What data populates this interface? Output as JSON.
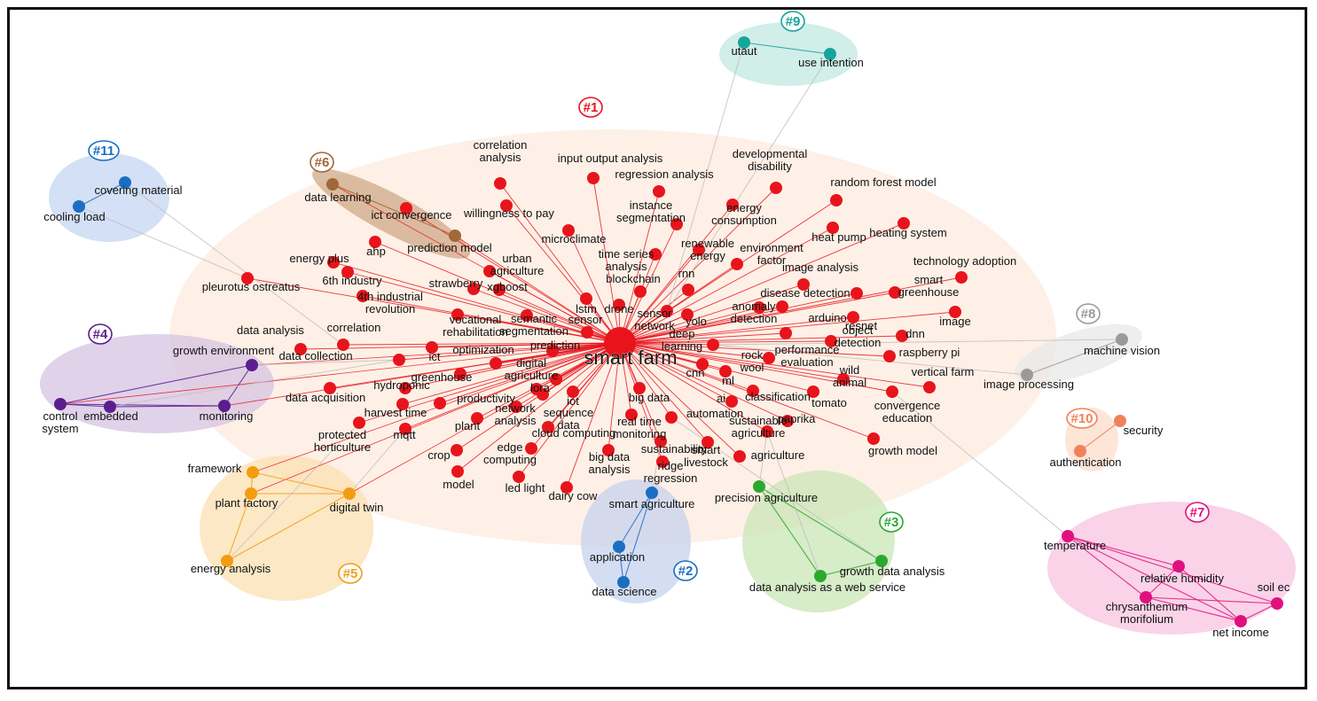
{
  "hub": {
    "id": "h",
    "label": "smart farm",
    "color": "#e8141c"
  },
  "clusters": [
    {
      "id": "c1",
      "label": "#1",
      "color": "#e8141c",
      "fill": "#fde3d1"
    },
    {
      "id": "c2",
      "label": "#2",
      "color": "#1a6fc2",
      "fill": "#c5d3ee"
    },
    {
      "id": "c3",
      "label": "#3",
      "color": "#2aa92e",
      "fill": "#c9e5b5"
    },
    {
      "id": "c4",
      "label": "#4",
      "color": "#5b1d8f",
      "fill": "#d6c3e2"
    },
    {
      "id": "c5",
      "label": "#5",
      "color": "#f39c12",
      "fill": "#fbe0b2"
    },
    {
      "id": "c6",
      "label": "#6",
      "color": "#a0673a",
      "fill": "#cfa987"
    },
    {
      "id": "c7",
      "label": "#7",
      "color": "#e0117e",
      "fill": "#f8c4e1"
    },
    {
      "id": "c8",
      "label": "#8",
      "color": "#9a9a9a",
      "fill": "#e8e8e8"
    },
    {
      "id": "c9",
      "label": "#9",
      "color": "#15a59a",
      "fill": "#c1e8e2"
    },
    {
      "id": "c10",
      "label": "#10",
      "color": "#f0825a",
      "fill": "#fcdccb"
    },
    {
      "id": "c11",
      "label": "#11",
      "color": "#1a6fc2",
      "fill": "#c6d6f1"
    }
  ],
  "nodes": [
    {
      "id": "n1",
      "label": "correlation analysis",
      "cluster": "c1"
    },
    {
      "id": "n2",
      "label": "input output analysis",
      "cluster": "c1"
    },
    {
      "id": "n3",
      "label": "regression analysis",
      "cluster": "c1"
    },
    {
      "id": "n4",
      "label": "developmental disability",
      "cluster": "c1"
    },
    {
      "id": "n5",
      "label": "random forest model",
      "cluster": "c1"
    },
    {
      "id": "n6",
      "label": "ict convergence",
      "cluster": "c1"
    },
    {
      "id": "n7",
      "label": "willingness to pay",
      "cluster": "c1"
    },
    {
      "id": "n8",
      "label": "instance segmentation",
      "cluster": "c1"
    },
    {
      "id": "n9",
      "label": "energy consumption",
      "cluster": "c1"
    },
    {
      "id": "n10",
      "label": "heat pump",
      "cluster": "c1"
    },
    {
      "id": "n11",
      "label": "heating system",
      "cluster": "c1"
    },
    {
      "id": "n12",
      "label": "ahp",
      "cluster": "c1"
    },
    {
      "id": "n13",
      "label": "microclimate",
      "cluster": "c1"
    },
    {
      "id": "n14",
      "label": "renewable energy",
      "cluster": "c1"
    },
    {
      "id": "n15",
      "label": "environment factor",
      "cluster": "c1"
    },
    {
      "id": "n16",
      "label": "energy plus",
      "cluster": "c1"
    },
    {
      "id": "n17",
      "label": "urban agriculture",
      "cluster": "c1"
    },
    {
      "id": "n18",
      "label": "time series analysis",
      "cluster": "c1"
    },
    {
      "id": "n19",
      "label": "image analysis",
      "cluster": "c1"
    },
    {
      "id": "n20",
      "label": "technology adoption",
      "cluster": "c1"
    },
    {
      "id": "n21",
      "label": "pleurotus ostreatus",
      "cluster": "c1"
    },
    {
      "id": "n22",
      "label": "6th industry",
      "cluster": "c1"
    },
    {
      "id": "n23",
      "label": "strawberry",
      "cluster": "c1"
    },
    {
      "id": "n24",
      "label": "xgboost",
      "cluster": "c1"
    },
    {
      "id": "n25",
      "label": "blockchain",
      "cluster": "c1"
    },
    {
      "id": "n26",
      "label": "rnn",
      "cluster": "c1"
    },
    {
      "id": "n27",
      "label": "disease detection",
      "cluster": "c1"
    },
    {
      "id": "n28",
      "label": "smart greenhouse",
      "cluster": "c1"
    },
    {
      "id": "n29",
      "label": "4th industrial revolution",
      "cluster": "c1"
    },
    {
      "id": "n30",
      "label": "vocational rehabilitation",
      "cluster": "c1"
    },
    {
      "id": "n31",
      "label": "lstm",
      "cluster": "c1"
    },
    {
      "id": "n32",
      "label": "drone",
      "cluster": "c1"
    },
    {
      "id": "n33",
      "label": "sensor network",
      "cluster": "c1"
    },
    {
      "id": "n34",
      "label": "yolo",
      "cluster": "c1"
    },
    {
      "id": "n35",
      "label": "anomaly detection",
      "cluster": "c1"
    },
    {
      "id": "n36",
      "label": "arduino",
      "cluster": "c1"
    },
    {
      "id": "n37",
      "label": "resnet",
      "cluster": "c1"
    },
    {
      "id": "n38",
      "label": "image",
      "cluster": "c1"
    },
    {
      "id": "n39",
      "label": "data analysis",
      "cluster": "c1"
    },
    {
      "id": "n40",
      "label": "correlation",
      "cluster": "c1"
    },
    {
      "id": "n41",
      "label": "semantic segmentation",
      "cluster": "c1"
    },
    {
      "id": "n42",
      "label": "sensor",
      "cluster": "c1"
    },
    {
      "id": "n43",
      "label": "object detection",
      "cluster": "c1"
    },
    {
      "id": "n44",
      "label": "dnn",
      "cluster": "c1"
    },
    {
      "id": "n45",
      "label": "data collection",
      "cluster": "c1"
    },
    {
      "id": "n46",
      "label": "ict",
      "cluster": "c1"
    },
    {
      "id": "n47",
      "label": "prediction",
      "cluster": "c1"
    },
    {
      "id": "n48",
      "label": "deep learning",
      "cluster": "c1"
    },
    {
      "id": "n49",
      "label": "performance evaluation",
      "cluster": "c1"
    },
    {
      "id": "n50",
      "label": "raspberry pi",
      "cluster": "c1"
    },
    {
      "id": "n51",
      "label": "optimization",
      "cluster": "c1"
    },
    {
      "id": "n52",
      "label": "rock wool",
      "cluster": "c1"
    },
    {
      "id": "n53",
      "label": "wild animal",
      "cluster": "c1"
    },
    {
      "id": "n54",
      "label": "vertical farm",
      "cluster": "c1"
    },
    {
      "id": "n55",
      "label": "greenhouse",
      "cluster": "c1"
    },
    {
      "id": "n56",
      "label": "digital agriculture",
      "cluster": "c1"
    },
    {
      "id": "n57",
      "label": "cnn",
      "cluster": "c1"
    },
    {
      "id": "n58",
      "label": "ml",
      "cluster": "c1"
    },
    {
      "id": "n59",
      "label": "data acquisition",
      "cluster": "c1"
    },
    {
      "id": "n60",
      "label": "hydroponic",
      "cluster": "c1"
    },
    {
      "id": "n61",
      "label": "lora",
      "cluster": "c1"
    },
    {
      "id": "n62",
      "label": "iot",
      "cluster": "c1"
    },
    {
      "id": "n63",
      "label": "big data",
      "cluster": "c1"
    },
    {
      "id": "n64",
      "label": "ai",
      "cluster": "c1"
    },
    {
      "id": "n65",
      "label": "classification",
      "cluster": "c1"
    },
    {
      "id": "n66",
      "label": "tomato",
      "cluster": "c1"
    },
    {
      "id": "n67",
      "label": "convergence education",
      "cluster": "c1"
    },
    {
      "id": "n68",
      "label": "harvest time",
      "cluster": "c1"
    },
    {
      "id": "n69",
      "label": "productivity",
      "cluster": "c1"
    },
    {
      "id": "n70",
      "label": "network analysis",
      "cluster": "c1"
    },
    {
      "id": "n71",
      "label": "sequence data",
      "cluster": "c1"
    },
    {
      "id": "n72",
      "label": "real time monitoring",
      "cluster": "c1"
    },
    {
      "id": "n73",
      "label": "automation",
      "cluster": "c1"
    },
    {
      "id": "n74",
      "label": "paprika",
      "cluster": "c1"
    },
    {
      "id": "n75",
      "label": "protected horticulture",
      "cluster": "c1"
    },
    {
      "id": "n76",
      "label": "mqtt",
      "cluster": "c1"
    },
    {
      "id": "n77",
      "label": "plant",
      "cluster": "c1"
    },
    {
      "id": "n78",
      "label": "cloud computing",
      "cluster": "c1"
    },
    {
      "id": "n79",
      "label": "sustainable agriculture",
      "cluster": "c1"
    },
    {
      "id": "n80",
      "label": "crop",
      "cluster": "c1"
    },
    {
      "id": "n81",
      "label": "edge computing",
      "cluster": "c1"
    },
    {
      "id": "n82",
      "label": "big data analysis",
      "cluster": "c1"
    },
    {
      "id": "n83",
      "label": "sustainability",
      "cluster": "c1"
    },
    {
      "id": "n84",
      "label": "smart livestock",
      "cluster": "c1"
    },
    {
      "id": "n85",
      "label": "agriculture",
      "cluster": "c1"
    },
    {
      "id": "n86",
      "label": "growth model",
      "cluster": "c1"
    },
    {
      "id": "n87",
      "label": "model",
      "cluster": "c1"
    },
    {
      "id": "n88",
      "label": "led light",
      "cluster": "c1"
    },
    {
      "id": "n89",
      "label": "dairy cow",
      "cluster": "c1"
    },
    {
      "id": "n90",
      "label": "ridge regression",
      "cluster": "c1"
    },
    {
      "id": "p1",
      "label": "smart agriculture",
      "cluster": "c2"
    },
    {
      "id": "p2",
      "label": "application",
      "cluster": "c2"
    },
    {
      "id": "p3",
      "label": "data science",
      "cluster": "c2"
    },
    {
      "id": "q1",
      "label": "precision agriculture",
      "cluster": "c3"
    },
    {
      "id": "q2",
      "label": "data analysis as a web service",
      "cluster": "c3"
    },
    {
      "id": "q3",
      "label": "growth data analysis",
      "cluster": "c3"
    },
    {
      "id": "r1",
      "label": "growth environment",
      "cluster": "c4"
    },
    {
      "id": "r2",
      "label": "control system",
      "cluster": "c4"
    },
    {
      "id": "r3",
      "label": "embedded",
      "cluster": "c4"
    },
    {
      "id": "r4",
      "label": "monitoring",
      "cluster": "c4"
    },
    {
      "id": "s1",
      "label": "framework",
      "cluster": "c5"
    },
    {
      "id": "s2",
      "label": "plant factory",
      "cluster": "c5"
    },
    {
      "id": "s3",
      "label": "digital twin",
      "cluster": "c5"
    },
    {
      "id": "s4",
      "label": "energy analysis",
      "cluster": "c5"
    },
    {
      "id": "t1",
      "label": "data learning",
      "cluster": "c6"
    },
    {
      "id": "t2",
      "label": "prediction model",
      "cluster": "c6"
    },
    {
      "id": "u1",
      "label": "temperature",
      "cluster": "c7"
    },
    {
      "id": "u2",
      "label": "relative humidity",
      "cluster": "c7"
    },
    {
      "id": "u3",
      "label": "chrysanthemum morifolium",
      "cluster": "c7"
    },
    {
      "id": "u4",
      "label": "soil ec",
      "cluster": "c7"
    },
    {
      "id": "u5",
      "label": "net income",
      "cluster": "c7"
    },
    {
      "id": "v1",
      "label": "machine vision",
      "cluster": "c8"
    },
    {
      "id": "v2",
      "label": "image processing",
      "cluster": "c8"
    },
    {
      "id": "w1",
      "label": "utaut",
      "cluster": "c9"
    },
    {
      "id": "w2",
      "label": "use intention",
      "cluster": "c9"
    },
    {
      "id": "x1",
      "label": "security",
      "cluster": "c10"
    },
    {
      "id": "x2",
      "label": "authentication",
      "cluster": "c10"
    },
    {
      "id": "y1",
      "label": "covering material",
      "cluster": "c11"
    },
    {
      "id": "y2",
      "label": "cooling load",
      "cluster": "c11"
    }
  ],
  "edges": [
    {
      "from": "h",
      "to": "n1"
    },
    {
      "from": "h",
      "to": "n2"
    },
    {
      "from": "h",
      "to": "n3"
    },
    {
      "from": "h",
      "to": "n4"
    },
    {
      "from": "h",
      "to": "n5"
    },
    {
      "from": "h",
      "to": "n6"
    },
    {
      "from": "h",
      "to": "n7"
    },
    {
      "from": "h",
      "to": "n8"
    },
    {
      "from": "h",
      "to": "n9"
    },
    {
      "from": "h",
      "to": "n10"
    },
    {
      "from": "h",
      "to": "n11"
    },
    {
      "from": "h",
      "to": "n12"
    },
    {
      "from": "h",
      "to": "n13"
    },
    {
      "from": "h",
      "to": "n14"
    },
    {
      "from": "h",
      "to": "n15"
    },
    {
      "from": "h",
      "to": "n16"
    },
    {
      "from": "h",
      "to": "n17"
    },
    {
      "from": "h",
      "to": "n18"
    },
    {
      "from": "h",
      "to": "n19"
    },
    {
      "from": "h",
      "to": "n20"
    },
    {
      "from": "h",
      "to": "n21"
    },
    {
      "from": "h",
      "to": "n22"
    },
    {
      "from": "h",
      "to": "n23"
    },
    {
      "from": "h",
      "to": "n24"
    },
    {
      "from": "h",
      "to": "n25"
    },
    {
      "from": "h",
      "to": "n26"
    },
    {
      "from": "h",
      "to": "n27"
    },
    {
      "from": "h",
      "to": "n28"
    },
    {
      "from": "h",
      "to": "n29"
    },
    {
      "from": "h",
      "to": "n30"
    },
    {
      "from": "h",
      "to": "n31"
    },
    {
      "from": "h",
      "to": "n32"
    },
    {
      "from": "h",
      "to": "n33"
    },
    {
      "from": "h",
      "to": "n34"
    },
    {
      "from": "h",
      "to": "n35"
    },
    {
      "from": "h",
      "to": "n36"
    },
    {
      "from": "h",
      "to": "n37"
    },
    {
      "from": "h",
      "to": "n38"
    },
    {
      "from": "h",
      "to": "n39"
    },
    {
      "from": "h",
      "to": "n40"
    },
    {
      "from": "h",
      "to": "n41"
    },
    {
      "from": "h",
      "to": "n42"
    },
    {
      "from": "h",
      "to": "n43"
    },
    {
      "from": "h",
      "to": "n44"
    },
    {
      "from": "h",
      "to": "n45"
    },
    {
      "from": "h",
      "to": "n46"
    },
    {
      "from": "h",
      "to": "n47"
    },
    {
      "from": "h",
      "to": "n48"
    },
    {
      "from": "h",
      "to": "n49"
    },
    {
      "from": "h",
      "to": "n50"
    },
    {
      "from": "h",
      "to": "n51"
    },
    {
      "from": "h",
      "to": "n52"
    },
    {
      "from": "h",
      "to": "n53"
    },
    {
      "from": "h",
      "to": "n54"
    },
    {
      "from": "h",
      "to": "n55"
    },
    {
      "from": "h",
      "to": "n56"
    },
    {
      "from": "h",
      "to": "n57"
    },
    {
      "from": "h",
      "to": "n58"
    },
    {
      "from": "h",
      "to": "n59"
    },
    {
      "from": "h",
      "to": "n60"
    },
    {
      "from": "h",
      "to": "n61"
    },
    {
      "from": "h",
      "to": "n62"
    },
    {
      "from": "h",
      "to": "n63"
    },
    {
      "from": "h",
      "to": "n64"
    },
    {
      "from": "h",
      "to": "n65"
    },
    {
      "from": "h",
      "to": "n66"
    },
    {
      "from": "h",
      "to": "n67"
    },
    {
      "from": "h",
      "to": "n68"
    },
    {
      "from": "h",
      "to": "n69"
    },
    {
      "from": "h",
      "to": "n70"
    },
    {
      "from": "h",
      "to": "n71"
    },
    {
      "from": "h",
      "to": "n72"
    },
    {
      "from": "h",
      "to": "n73"
    },
    {
      "from": "h",
      "to": "n74"
    },
    {
      "from": "h",
      "to": "n75"
    },
    {
      "from": "h",
      "to": "n76"
    },
    {
      "from": "h",
      "to": "n77"
    },
    {
      "from": "h",
      "to": "n78"
    },
    {
      "from": "h",
      "to": "n79"
    },
    {
      "from": "h",
      "to": "n80"
    },
    {
      "from": "h",
      "to": "n81"
    },
    {
      "from": "h",
      "to": "n82"
    },
    {
      "from": "h",
      "to": "n83"
    },
    {
      "from": "h",
      "to": "n84"
    },
    {
      "from": "h",
      "to": "n85"
    },
    {
      "from": "h",
      "to": "n86"
    },
    {
      "from": "h",
      "to": "n87"
    },
    {
      "from": "h",
      "to": "n88"
    },
    {
      "from": "h",
      "to": "n89"
    },
    {
      "from": "h",
      "to": "n90"
    },
    {
      "from": "h",
      "to": "r1"
    },
    {
      "from": "h",
      "to": "r2"
    },
    {
      "from": "h",
      "to": "r4"
    },
    {
      "from": "h",
      "to": "s1"
    },
    {
      "from": "h",
      "to": "s2"
    },
    {
      "from": "h",
      "to": "s3"
    },
    {
      "from": "h",
      "to": "t1"
    },
    {
      "from": "h",
      "to": "t2"
    },
    {
      "from": "p1",
      "to": "p2"
    },
    {
      "from": "p1",
      "to": "p3"
    },
    {
      "from": "p2",
      "to": "p3"
    },
    {
      "from": "q1",
      "to": "q2"
    },
    {
      "from": "q1",
      "to": "q3"
    },
    {
      "from": "q2",
      "to": "q3"
    },
    {
      "from": "r1",
      "to": "r2"
    },
    {
      "from": "r1",
      "to": "r4"
    },
    {
      "from": "r2",
      "to": "r3"
    },
    {
      "from": "r3",
      "to": "r4"
    },
    {
      "from": "r2",
      "to": "r4"
    },
    {
      "from": "s1",
      "to": "s2"
    },
    {
      "from": "s2",
      "to": "s3"
    },
    {
      "from": "s1",
      "to": "s3"
    },
    {
      "from": "s2",
      "to": "s4"
    },
    {
      "from": "s3",
      "to": "s4"
    },
    {
      "from": "t1",
      "to": "t2"
    },
    {
      "from": "u1",
      "to": "u2"
    },
    {
      "from": "u1",
      "to": "u3"
    },
    {
      "from": "u1",
      "to": "u4"
    },
    {
      "from": "u1",
      "to": "u5"
    },
    {
      "from": "u2",
      "to": "u3"
    },
    {
      "from": "u2",
      "to": "u5"
    },
    {
      "from": "u3",
      "to": "u4"
    },
    {
      "from": "u3",
      "to": "u5"
    },
    {
      "from": "u4",
      "to": "u5"
    },
    {
      "from": "v1",
      "to": "v2"
    },
    {
      "from": "w1",
      "to": "w2"
    },
    {
      "from": "x1",
      "to": "x2"
    },
    {
      "from": "y1",
      "to": "y2"
    },
    {
      "from": "w1",
      "to": "n33"
    },
    {
      "from": "w2",
      "to": "n33"
    },
    {
      "from": "y1",
      "to": "n40"
    },
    {
      "from": "y2",
      "to": "n21"
    },
    {
      "from": "v1",
      "to": "n48"
    },
    {
      "from": "v2",
      "to": "n48"
    },
    {
      "from": "u1",
      "to": "n67"
    },
    {
      "from": "p1",
      "to": "n83"
    },
    {
      "from": "q1",
      "to": "n79"
    },
    {
      "from": "q2",
      "to": "n79"
    },
    {
      "from": "q3",
      "to": "n73"
    },
    {
      "from": "s4",
      "to": "n75"
    },
    {
      "from": "s3",
      "to": "n76"
    },
    {
      "from": "r1",
      "to": "n45"
    },
    {
      "from": "r3",
      "to": "n45"
    }
  ]
}
